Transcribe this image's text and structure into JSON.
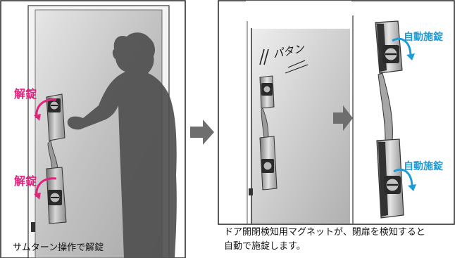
{
  "left_panel": {
    "unlock_label_top": "解錠",
    "unlock_label_bottom": "解錠",
    "caption": "サムターン操作で解錠"
  },
  "middle_panel": {
    "sound_label": "パタン"
  },
  "right_panel": {
    "autolock_label_top": "自動施錠",
    "autolock_label_bottom": "自動施錠"
  },
  "bottom_caption": {
    "line1": "ドア開閉検知用マグネットが、閉扉を検知すると",
    "line2": "自動で施錠します。"
  },
  "colors": {
    "unlock_accent": "#e2237d",
    "autolock_accent": "#1f9bd7",
    "arrow": "#6e6e6e",
    "door_glass": "#bdbdbd"
  },
  "icons": [
    "process-arrow-icon",
    "rotate-arrow-icon",
    "door-handle-lock-icon",
    "person-silhouette-icon"
  ]
}
